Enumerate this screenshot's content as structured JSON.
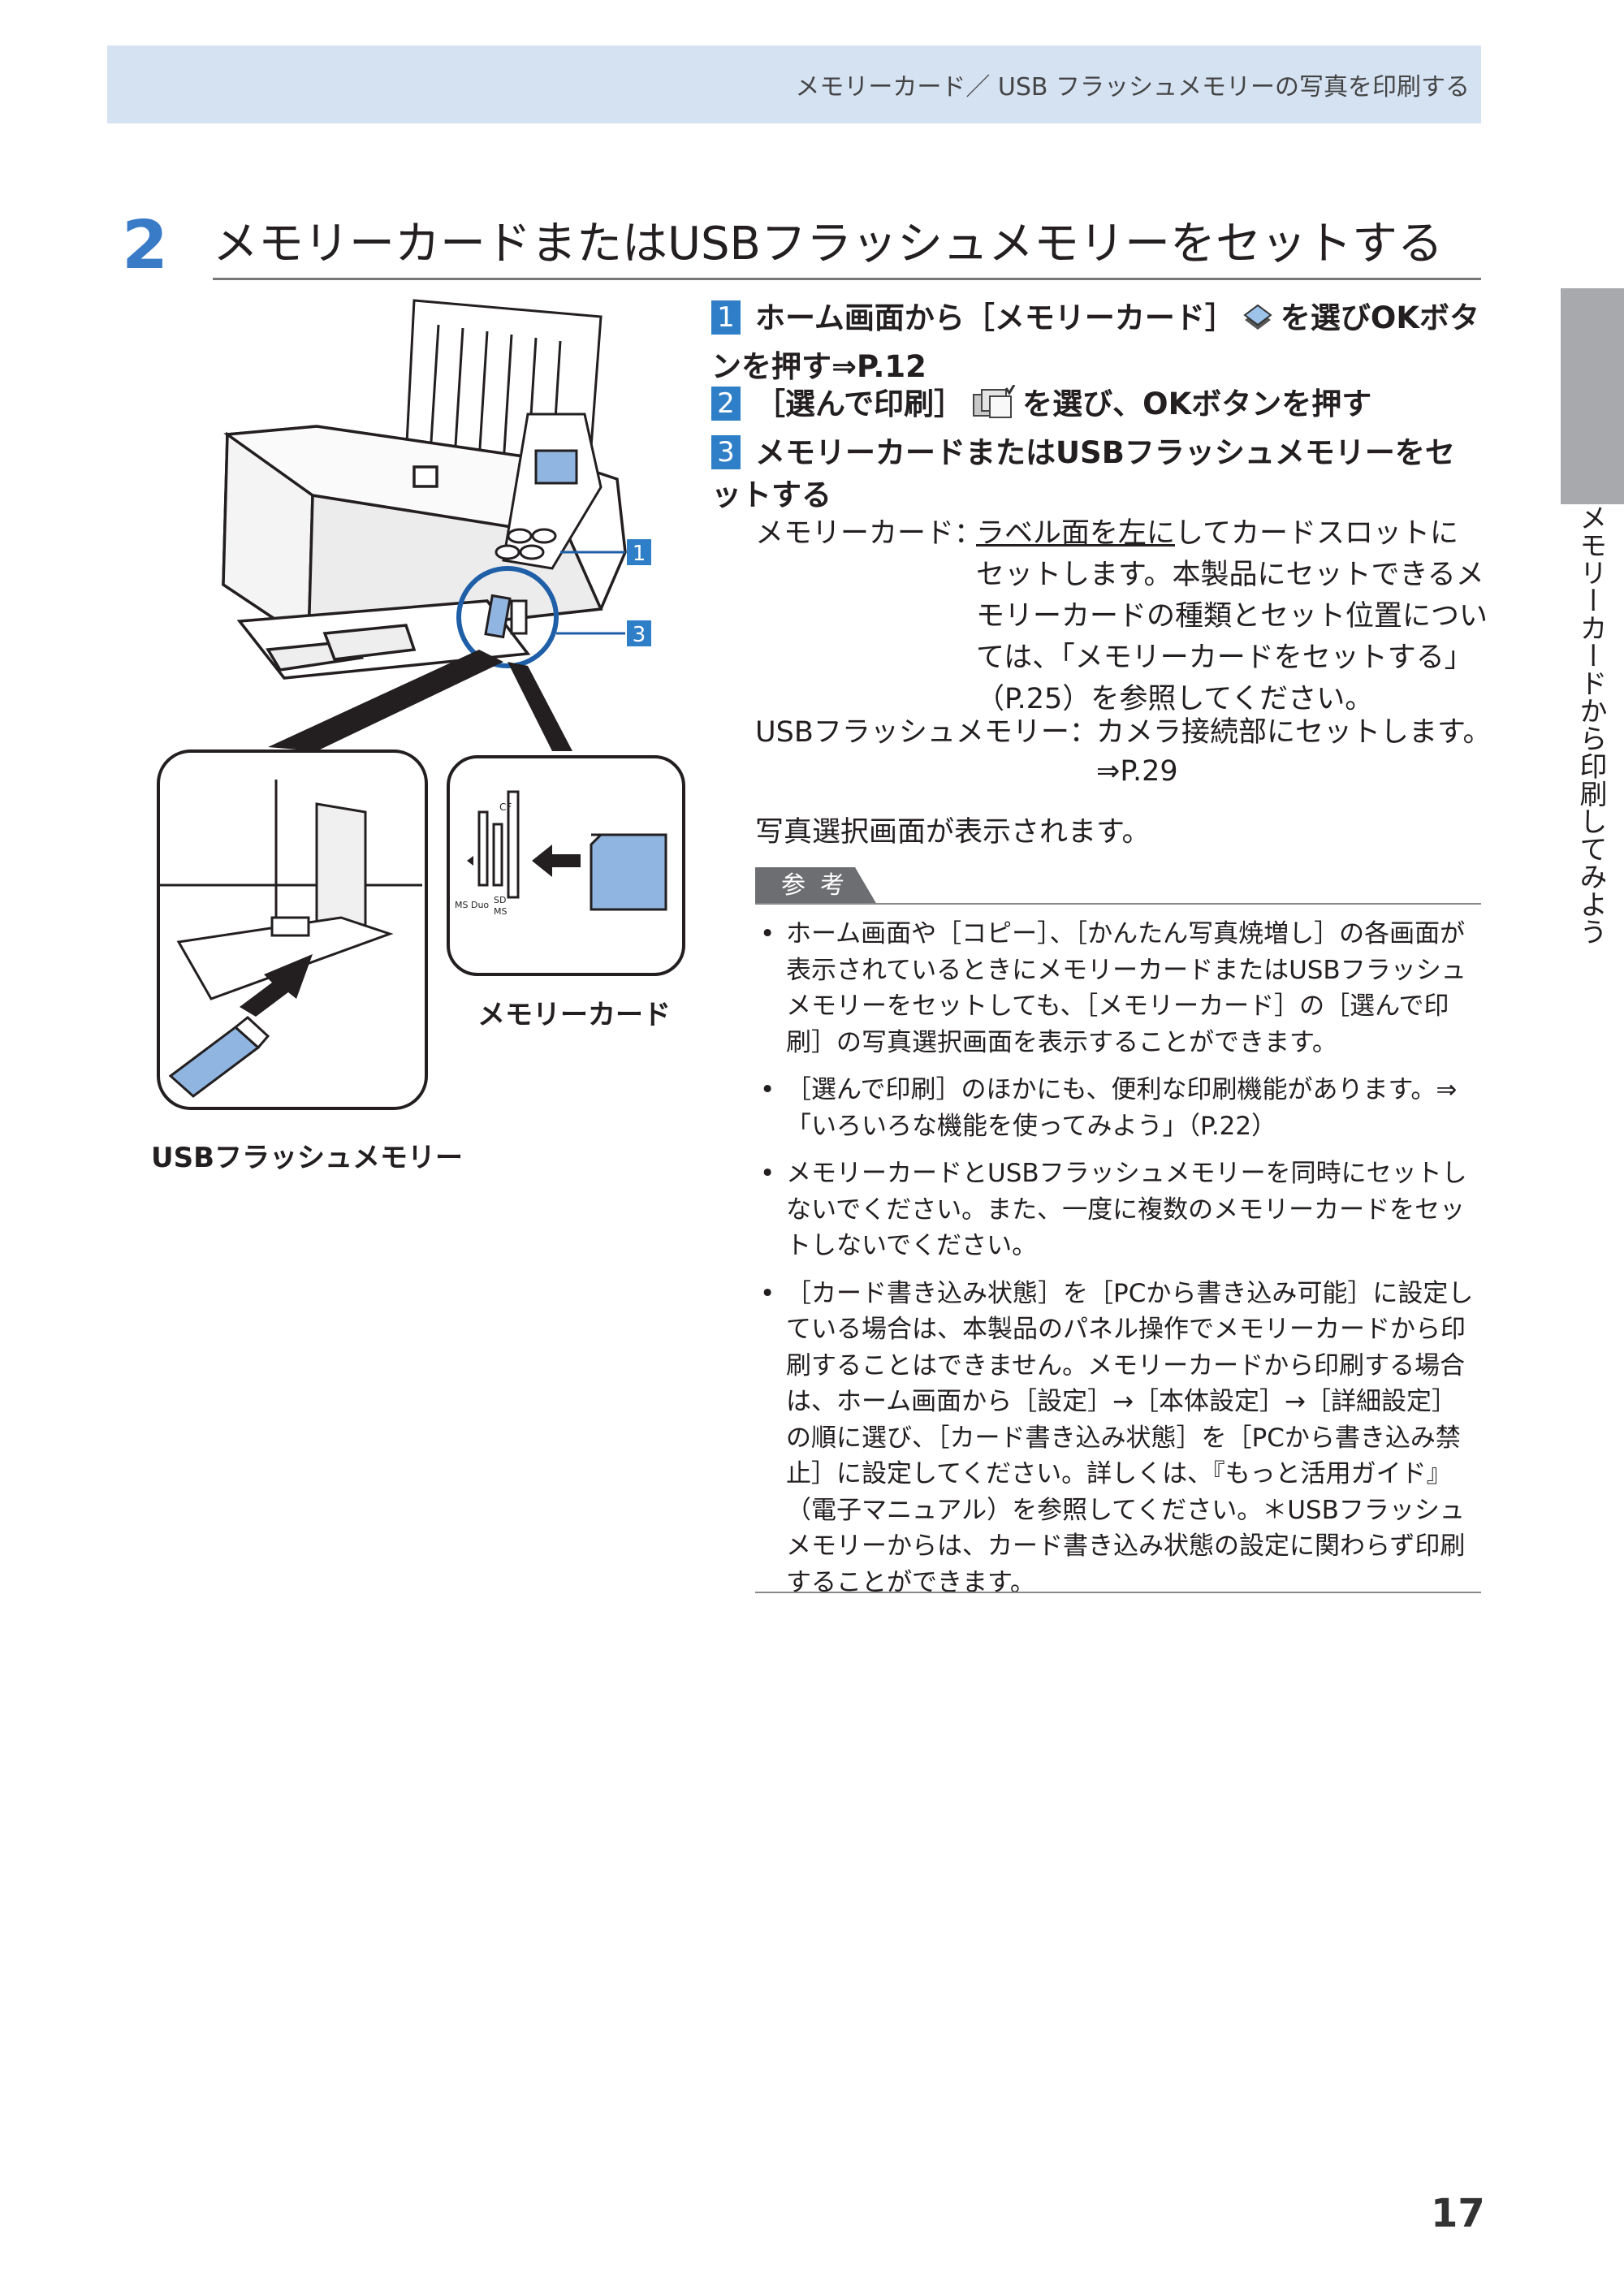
{
  "header": {
    "breadcrumb": "メモリーカード／ USB フラッシュメモリーの写真を印刷する"
  },
  "section": {
    "number": "2",
    "title": "メモリーカードまたはUSBフラッシュメモリーをセットする"
  },
  "side_tab": {
    "label": "メモリーカードから印刷してみよう"
  },
  "steps": [
    {
      "num": "1",
      "text_before": "ホーム画面から［メモリーカード］",
      "text_after": "を選びOKボタンを押す⇒P.12"
    },
    {
      "num": "2",
      "text_before": "［選んで印刷］",
      "text_after": "を選び、OKボタンを押す"
    },
    {
      "num": "3",
      "text": "メモリーカードまたはUSBフラッシュメモリーをセットする"
    }
  ],
  "details": {
    "memory_card_term": "メモリーカード：",
    "memory_card_underlined": "ラベル面を左に",
    "memory_card_line1_rest": "してカードスロットに",
    "memory_card_line2": "セットします。本製品にセットできるメ",
    "memory_card_line3": "モリーカードの種類とセット位置につい",
    "memory_card_line4": "ては、「メモリーカードをセットする」",
    "memory_card_line5": "（P.25）を参照してください。",
    "usb_term": "USBフラッシュメモリー：",
    "usb_line1": "カメラ接続部にセットします。",
    "usb_line2": "⇒P.29"
  },
  "result_text": "写真選択画面が表示されます。",
  "reference": {
    "badge": "参考",
    "bullets": [
      "ホーム画面や［コピー］、［かんたん写真焼増し］の各画面が表示されているときにメモリーカードまたはUSBフラッシュメモリーをセットしても、［メモリーカード］の［選んで印刷］の写真選択画面を表示することができます。",
      "［選んで印刷］のほかにも、便利な印刷機能があります。⇒「いろいろな機能を使ってみよう」（P.22）",
      "メモリーカードとUSBフラッシュメモリーを同時にセットしないでください。また、一度に複数のメモリーカードをセットしないでください。",
      "［カード書き込み状態］を［PCから書き込み可能］に設定している場合は、本製品のパネル操作でメモリーカードから印刷することはできません。メモリーカードから印刷する場合は、ホーム画面から［設定］→［本体設定］→［詳細設定］の順に選び、［カード書き込み状態］を［PCから書き込み禁止］に設定してください。詳しくは、『もっと活用ガイド』（電子マニュアル）を参照してください。＊USBフラッシュメモリーからは、カード書き込み状態の設定に関わらず印刷することができます。"
    ]
  },
  "figure": {
    "callout_1": "1",
    "callout_3": "3",
    "slot_cf": "CF",
    "slot_ms_duo": "MS Duo",
    "slot_sd": "SD",
    "slot_ms": "MS",
    "caption_card": "メモリーカード",
    "caption_usb": "USBフラッシュメモリー"
  },
  "page_number": "17"
}
